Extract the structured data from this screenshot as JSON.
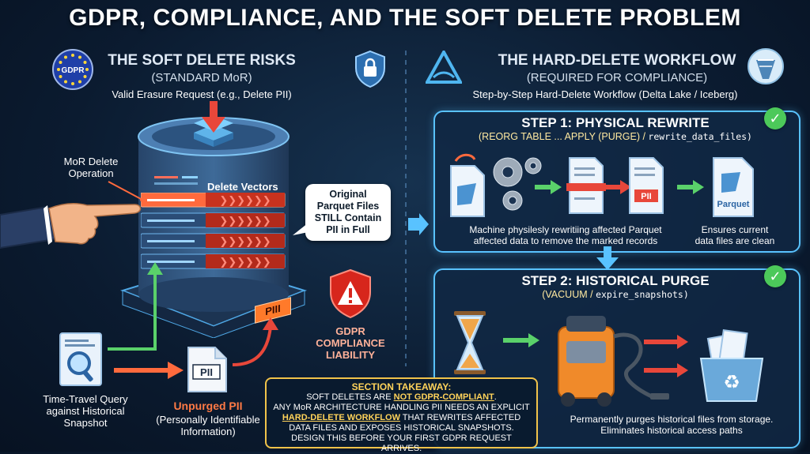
{
  "title": "GDPR, COMPLIANCE, AND THE SOFT DELETE PROBLEM",
  "left": {
    "heading": "THE SOFT DELETE RISKS",
    "subheading": "(STANDARD MoR)",
    "request": "Valid Erasure Request (e.g., Delete PII)",
    "mor_label_line1": "MoR Delete",
    "mor_label_line2": "Operation",
    "delete_vectors": "Delete Vectors",
    "callout": [
      "Original",
      "Parquet Files",
      "STILL Contain",
      "PII in Full"
    ],
    "pii_tag": "PIII",
    "liability": [
      "GDPR",
      "COMPLIANCE",
      "LIABILITY"
    ],
    "time_travel": [
      "Time-Travel Query",
      "against Historical",
      "Snapshot"
    ],
    "pii_doc": "PII",
    "unpurged_title": "Unpurged PII",
    "unpurged_desc": [
      "(Personally Identifiable",
      "Information)"
    ],
    "eu_badge": "GDPR"
  },
  "right": {
    "heading": "THE HARD-DELETE WORKFLOW",
    "subheading": "(REQUIRED FOR COMPLIANCE)",
    "workflow": "Step-by-Step Hard-Delete Workflow (Delta Lake / Iceberg)",
    "step1": {
      "title": "STEP 1: PHYSICAL REWRITE",
      "sub_a": "(REORG TABLE ... APPLY (PURGE) / ",
      "sub_b": "rewrite_data_files)",
      "pii_doc": "PII",
      "parquet": "Parquet",
      "desc_left": [
        "Machine physilesly rewritiing affected Parquet",
        "affected data to remove the marked records"
      ],
      "desc_right": [
        "Ensures current",
        "data files are clean"
      ]
    },
    "step2": {
      "title": "STEP 2: HISTORICAL PURGE",
      "sub_a": "(VACUUM / ",
      "sub_b": "expire_snapshots)",
      "desc": [
        "Permanently purges historical files from storage.",
        "Eliminates historical access paths"
      ]
    }
  },
  "takeaway": {
    "title": "SECTION TAKEAWAY:",
    "line1_a": "SOFT DELETES ARE ",
    "line1_b": "NOT GDPR-COMPLIANT",
    "line1_c": ".",
    "line2": "ANY MoR ARCHITECTURE HANDLING PII NEEDS AN EXPLICIT",
    "line3_a": "HARD-DELETE WORKFLOW",
    "line3_b": " THAT REWRITES AFFECTED",
    "line4": "DATA FILES AND EXPOSES HISTORICAL SNAPSHOTS.",
    "line5": "DESIGN THIS BEFORE YOUR FIRST GDPR REQUEST ARRIVES."
  },
  "colors": {
    "accent": "#59c2ff",
    "warning": "#ff4d3d",
    "takeaway_border": "#f1c34a",
    "success": "#4cc95a"
  }
}
